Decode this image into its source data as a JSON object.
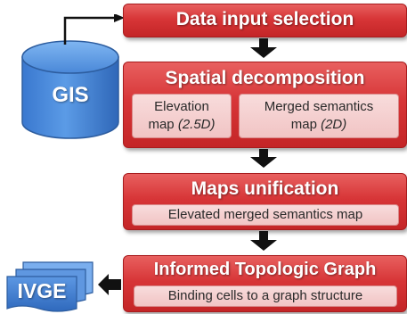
{
  "gis": {
    "label": "GIS"
  },
  "ivge": {
    "label": "IVGE"
  },
  "steps": {
    "data_input": {
      "title": "Data input selection"
    },
    "spatial": {
      "title": "Spatial decomposition",
      "elevation_line1": "Elevation",
      "elevation_line2_plain": "map ",
      "elevation_line2_italic": "(2.5D)",
      "semantics_line1": "Merged semantics",
      "semantics_line2_plain": "map ",
      "semantics_line2_italic": "(2D)"
    },
    "unification": {
      "title": "Maps unification",
      "sub": "Elevated merged semantics map"
    },
    "topologic": {
      "title": "Informed Topologic Graph",
      "sub": "Binding cells to a graph structure"
    }
  },
  "colors": {
    "box_red": "#d73537",
    "sub_pink": "#f1c4c4",
    "cylinder_blue": "#3d7fd6",
    "ivge_blue": "#3f7fd2",
    "arrow_black": "#111111"
  }
}
